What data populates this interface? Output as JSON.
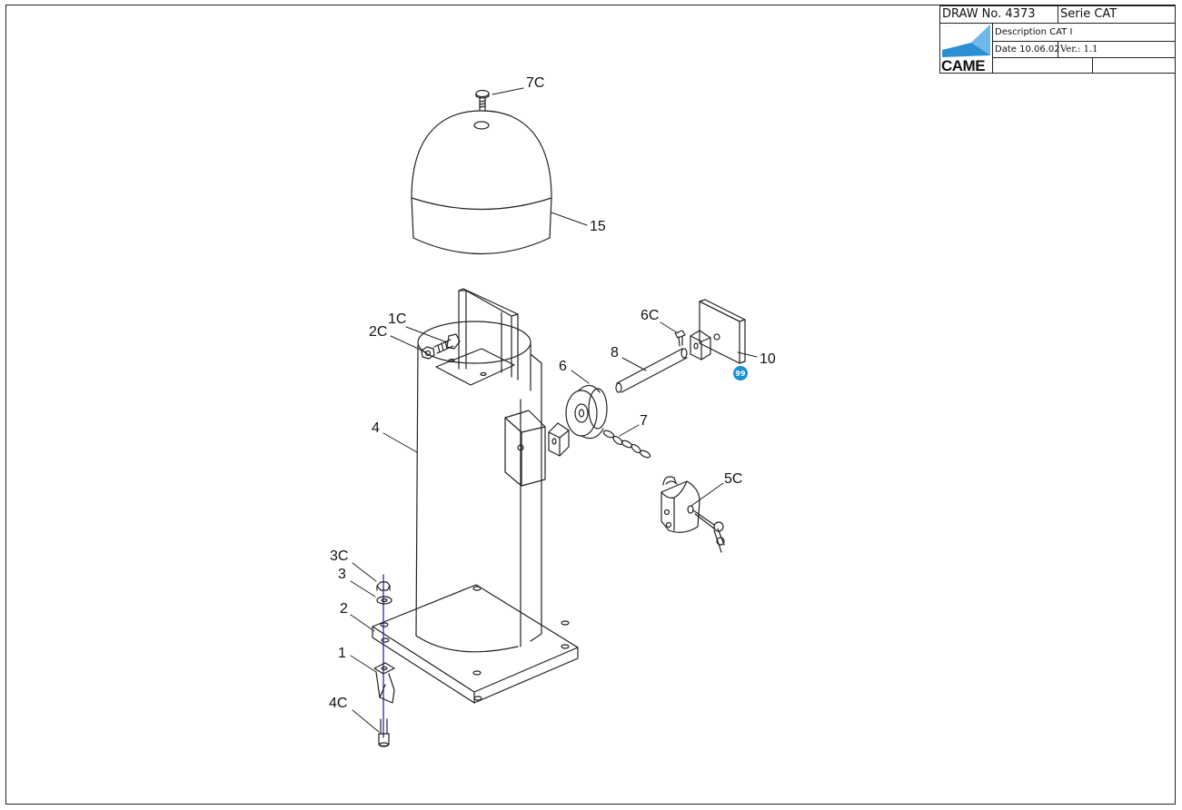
{
  "title_block": {
    "drawing_number": "DRAW No. 4373",
    "series": "Serie CAT",
    "description": "Description CAT I",
    "date": "Date 10.06.02",
    "version": "Ver.: 1.1",
    "logo": "CAME"
  },
  "part_labels": {
    "p7C": "7C",
    "p15": "15",
    "p1C": "1C",
    "p2C": "2C",
    "p6C": "6C",
    "p8": "8",
    "p10": "10",
    "p6": "6",
    "p7": "7",
    "p4": "4",
    "p5C": "5C",
    "p3C": "3C",
    "p3": "3",
    "p2": "2",
    "p1": "1",
    "p4C": "4C"
  },
  "badge": {
    "text": "99",
    "color": "#1a8fd6"
  },
  "colors": {
    "line": "#222222",
    "axis": "#1a1aa0",
    "logo_blue": "#2b8fd4"
  }
}
